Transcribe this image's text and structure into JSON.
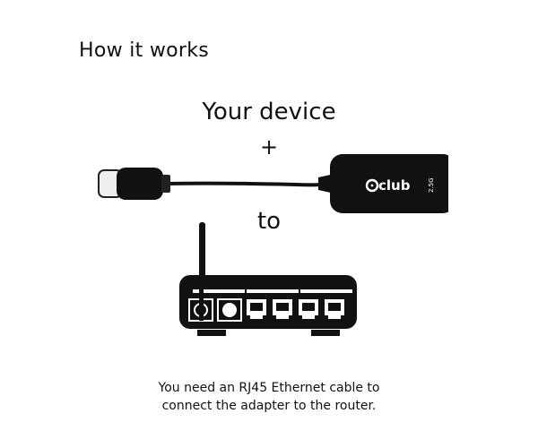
{
  "heading": "How it works",
  "device_label": "Your device",
  "plus_label": "+",
  "connector_label": "to",
  "adapter": {
    "brand_logo": "club",
    "model_label": "2.5G",
    "body_color": "#111111"
  },
  "router": {
    "body_color": "#111111",
    "port_color": "#ffffff",
    "ethernet_port_count": 4,
    "icons": [
      "antenna-icon",
      "power-port-icon",
      "round-port-icon",
      "ethernet-port-icon"
    ]
  },
  "caption": {
    "line1": "You need an RJ45 Ethernet cable to",
    "line2": "connect the adapter to the router."
  }
}
